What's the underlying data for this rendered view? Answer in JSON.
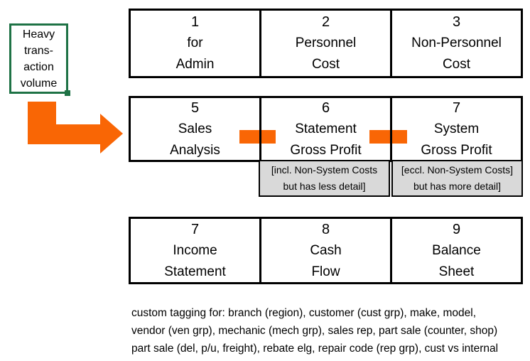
{
  "callout": {
    "lines": [
      "Heavy",
      "trans-",
      "action",
      "volume"
    ]
  },
  "grid": {
    "rows": [
      {
        "boxes": [
          {
            "num": "1",
            "line1": "for",
            "line2": "Admin"
          },
          {
            "num": "2",
            "line1": "Personnel",
            "line2": "Cost"
          },
          {
            "num": "3",
            "line1": "Non-Personnel",
            "line2": "Cost"
          }
        ]
      },
      {
        "boxes": [
          {
            "num": "5",
            "line1": "Sales",
            "line2": "Analysis"
          },
          {
            "num": "6",
            "line1": "Statement",
            "line2": "Gross Profit"
          },
          {
            "num": "7",
            "line1": "System",
            "line2": "Gross Profit"
          }
        ]
      },
      {
        "boxes": [
          {
            "num": "7",
            "line1": "Income",
            "line2": "Statement"
          },
          {
            "num": "8",
            "line1": "Cash",
            "line2": "Flow"
          },
          {
            "num": "9",
            "line1": "Balance",
            "line2": "Sheet"
          }
        ]
      }
    ]
  },
  "notes": [
    {
      "line1": "[incl. Non-System Costs",
      "line2": "but has less detail]"
    },
    {
      "line1": "[eccl. Non-System Costs]",
      "line2": "but has more detail]"
    }
  ],
  "footer": {
    "lines": [
      "custom tagging for: branch (region), customer (cust grp), make, model,",
      "vendor (ven grp), mechanic (mech grp), sales rep, part sale (counter, shop)",
      "part sale (del, p/u, freight), rebate elg, repair code (rep grp), cust vs internal"
    ]
  },
  "icons": {
    "arrow": "bent-right-arrow",
    "selection_handle": "selection-handle-square"
  },
  "colors": {
    "accent_orange": "#F96605",
    "callout_green": "#1E7245",
    "note_bg": "#D9D9D9",
    "border": "#000000"
  }
}
